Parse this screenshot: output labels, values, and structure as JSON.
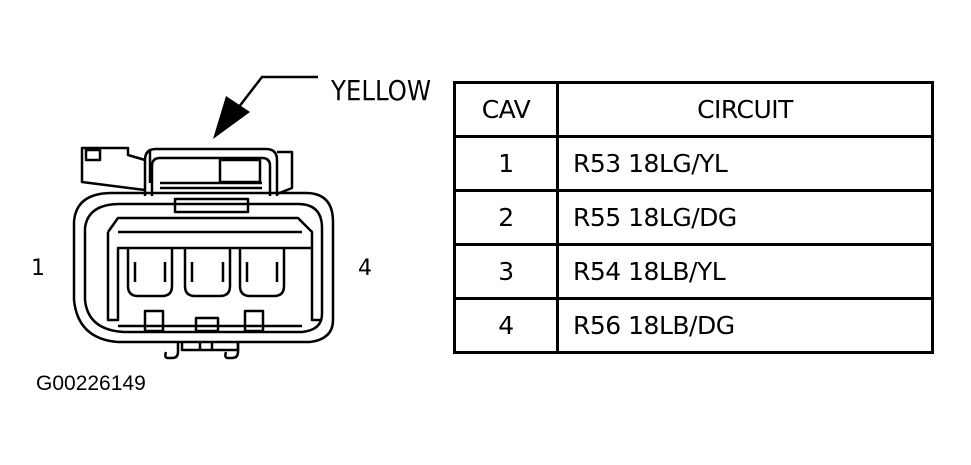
{
  "connector": {
    "color_label": "YELLOW",
    "pin_left": "1",
    "pin_right": "4",
    "figure_id": "G00226149"
  },
  "table": {
    "headers": {
      "cav": "CAV",
      "circuit": "CIRCUIT"
    },
    "rows": [
      {
        "cav": "1",
        "circuit": "R53 18LG/YL"
      },
      {
        "cav": "2",
        "circuit": "R55 18LG/DG"
      },
      {
        "cav": "3",
        "circuit": "R54 18LB/YL"
      },
      {
        "cav": "4",
        "circuit": "R56 18LB/DG"
      }
    ]
  }
}
